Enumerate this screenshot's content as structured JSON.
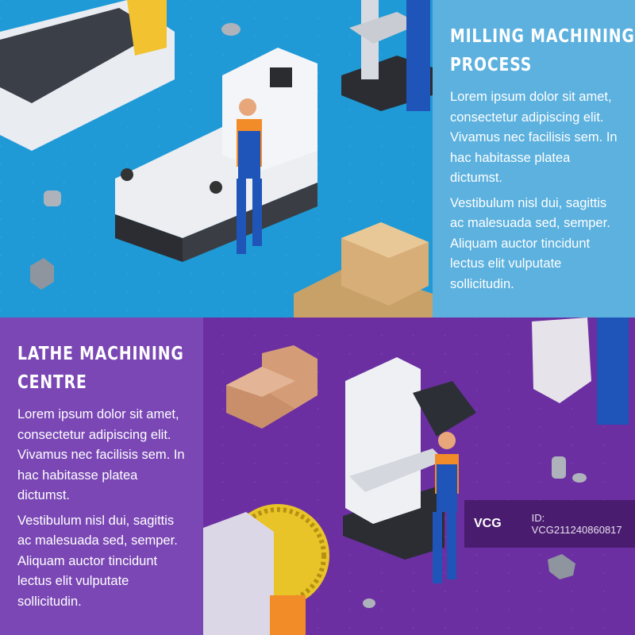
{
  "top_banner": {
    "title_line1": "MILLING MACHINING",
    "title_line2": "PROCESS",
    "paragraph1": "Lorem ipsum dolor sit amet, consectetur adipiscing elit. Vivamus nec facilisis sem. In hac habitasse platea dictumst.",
    "paragraph2": "Vestibulum nisl dui, sagittis ac malesuada sed, semper. Aliquam auctor tincidunt lectus elit vulputate sollicitudin.",
    "colors": {
      "background": "#1f9ad6",
      "panel": "#5cb1df"
    }
  },
  "bottom_banner": {
    "title_line1": "LATHE MACHINING",
    "title_line2": "CENTRE",
    "paragraph1": "Lorem ipsum dolor sit amet, consectetur adipiscing elit. Vivamus nec facilisis sem. In hac habitasse platea dictumst.",
    "paragraph2": "Vestibulum nisl dui, sagittis ac malesuada sed, semper. Aliquam auctor tincidunt lectus elit vulputate sollicitudin.",
    "colors": {
      "background": "#6b2fa2",
      "panel": "#7a47b5"
    }
  },
  "watermark": {
    "logo": "VCG",
    "id": "ID: VCG211240860817"
  }
}
